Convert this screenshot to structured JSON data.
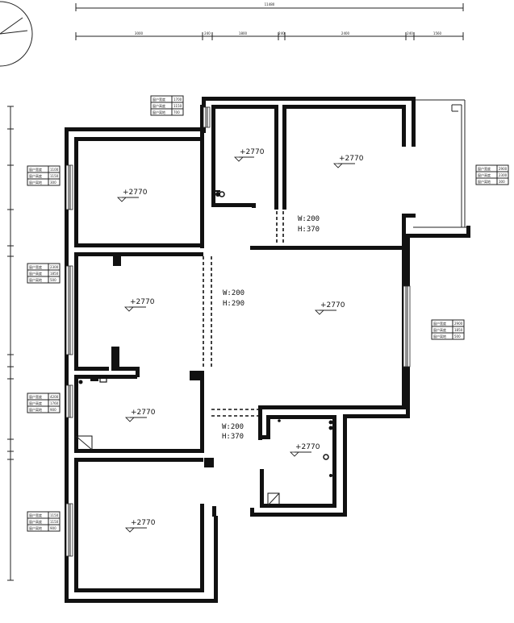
{
  "overall_dimension": "11480",
  "segment_dimensions": [
    "3000",
    "240",
    "1800",
    "240",
    "2400",
    "240",
    "1560"
  ],
  "room_elevation": "+2770",
  "openings": [
    {
      "w": "W:200",
      "h": "H:370"
    },
    {
      "w": "W:200",
      "h": "H:290"
    },
    {
      "w": "W:200",
      "h": "H:370"
    }
  ],
  "window_rows": [
    "窗户宽度",
    "窗户高度",
    "窗户离地"
  ],
  "window_tables": [
    {
      "values": [
        "1700",
        "1150",
        "700"
      ]
    },
    {
      "values": [
        "1100",
        "1150",
        "300"
      ]
    },
    {
      "values": [
        "2900",
        "2300",
        "300"
      ]
    },
    {
      "values": [
        "2300",
        "1850",
        "500"
      ]
    },
    {
      "values": [
        "2900",
        "1850",
        "500"
      ]
    },
    {
      "values": [
        "4200",
        "1760",
        "900"
      ]
    },
    {
      "values": [
        "1150",
        "1150",
        "900"
      ]
    }
  ]
}
